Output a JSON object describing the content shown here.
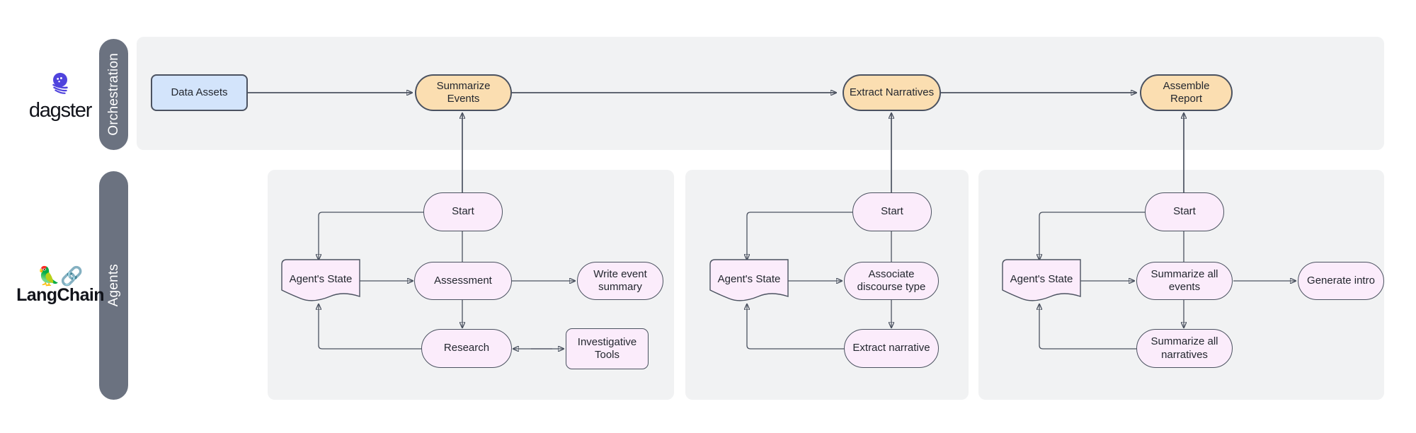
{
  "lanes": [
    {
      "id": "orchestration",
      "label": "Orchestration",
      "brand": "dagster",
      "brand_icon": "dagster-logo-icon"
    },
    {
      "id": "agents",
      "label": "Agents",
      "brand": "LangChain",
      "brand_icon": "langchain-parrot-chain-icon"
    }
  ],
  "colors": {
    "lane_pill": "#6b7280",
    "panel_bg": "#f1f2f3",
    "asset_fill": "#d3e4fb",
    "op_fill": "#fbdeb1",
    "agent_node_fill": "#fbecfb",
    "stroke": "#4b5260",
    "text": "#23272f"
  },
  "orchestration": {
    "nodes": [
      {
        "id": "data-assets",
        "label": "Data Assets",
        "shape": "asset"
      },
      {
        "id": "summarize-events",
        "label": "Summarize Events",
        "shape": "op"
      },
      {
        "id": "extract-narratives",
        "label": "Extract Narratives",
        "shape": "op"
      },
      {
        "id": "assemble-report",
        "label": "Assemble Report",
        "shape": "op"
      }
    ],
    "edges": [
      {
        "from": "data-assets",
        "to": "summarize-events"
      },
      {
        "from": "summarize-events",
        "to": "extract-narratives"
      },
      {
        "from": "extract-narratives",
        "to": "assemble-report"
      }
    ]
  },
  "agent_groups": [
    {
      "id": "summarize-events-agent",
      "parent_op": "summarize-events",
      "nodes": [
        {
          "id": "g1-start",
          "label": "Start",
          "shape": "stadium"
        },
        {
          "id": "g1-state",
          "label": "Agent's State",
          "shape": "state"
        },
        {
          "id": "g1-assessment",
          "label": "Assessment",
          "shape": "stadium"
        },
        {
          "id": "g1-write",
          "label": "Write event summary",
          "shape": "stadium"
        },
        {
          "id": "g1-research",
          "label": "Research",
          "shape": "stadium"
        },
        {
          "id": "g1-tools",
          "label": "Investigative Tools",
          "shape": "process"
        }
      ],
      "edges": [
        {
          "from": "g1-start",
          "to": "g1-state"
        },
        {
          "from": "g1-start",
          "to": "g1-assessment"
        },
        {
          "from": "g1-state",
          "to": "g1-assessment",
          "bidirectional": true
        },
        {
          "from": "g1-assessment",
          "to": "g1-write"
        },
        {
          "from": "g1-assessment",
          "to": "g1-research"
        },
        {
          "from": "g1-research",
          "to": "g1-tools",
          "bidirectional": true
        },
        {
          "from": "g1-research",
          "to": "g1-state"
        }
      ]
    },
    {
      "id": "extract-narratives-agent",
      "parent_op": "extract-narratives",
      "nodes": [
        {
          "id": "g2-start",
          "label": "Start",
          "shape": "stadium"
        },
        {
          "id": "g2-state",
          "label": "Agent's State",
          "shape": "state"
        },
        {
          "id": "g2-associate",
          "label": "Associate discourse type",
          "shape": "stadium"
        },
        {
          "id": "g2-extract",
          "label": "Extract narrative",
          "shape": "stadium"
        }
      ],
      "edges": [
        {
          "from": "g2-start",
          "to": "g2-state"
        },
        {
          "from": "g2-start",
          "to": "g2-associate"
        },
        {
          "from": "g2-state",
          "to": "g2-associate",
          "bidirectional": true
        },
        {
          "from": "g2-associate",
          "to": "g2-extract"
        },
        {
          "from": "g2-extract",
          "to": "g2-state"
        }
      ]
    },
    {
      "id": "assemble-report-agent",
      "parent_op": "assemble-report",
      "nodes": [
        {
          "id": "g3-start",
          "label": "Start",
          "shape": "stadium"
        },
        {
          "id": "g3-state",
          "label": "Agent's State",
          "shape": "state"
        },
        {
          "id": "g3-sum-events",
          "label": "Summarize all events",
          "shape": "stadium"
        },
        {
          "id": "g3-intro",
          "label": "Generate intro",
          "shape": "stadium"
        },
        {
          "id": "g3-sum-narr",
          "label": "Summarize all narratives",
          "shape": "stadium"
        }
      ],
      "edges": [
        {
          "from": "g3-start",
          "to": "g3-state"
        },
        {
          "from": "g3-start",
          "to": "g3-sum-events"
        },
        {
          "from": "g3-state",
          "to": "g3-sum-events",
          "bidirectional": true
        },
        {
          "from": "g3-sum-events",
          "to": "g3-intro"
        },
        {
          "from": "g3-sum-events",
          "to": "g3-sum-narr"
        },
        {
          "from": "g3-sum-narr",
          "to": "g3-state"
        }
      ]
    }
  ],
  "cross_lane_edges": [
    {
      "from": "g1-start",
      "to": "summarize-events"
    },
    {
      "from": "g2-start",
      "to": "extract-narratives"
    },
    {
      "from": "g3-start",
      "to": "assemble-report"
    }
  ]
}
